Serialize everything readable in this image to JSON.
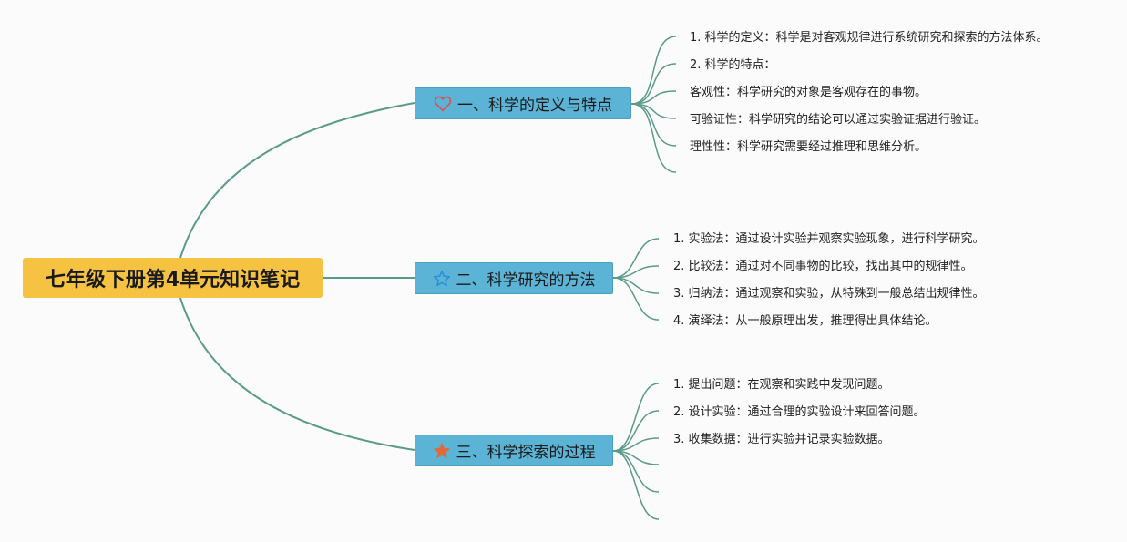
{
  "root": {
    "label": "七年级下册第4单元知识笔记",
    "color": "#f5c242"
  },
  "branch_color": "#5a9a88",
  "topic_color": "#5bb3d5",
  "topics": [
    {
      "label": "一、科学的定义与特点",
      "icon": "heart-outline-icon",
      "icon_color": "#d9534f",
      "items": [
        "1. 科学的定义：科学是对客观规律进行系统研究和探索的方法体系。",
        "2. 科学的特点：",
        "客观性：科学研究的对象是客观存在的事物。",
        "可验证性：科学研究的结论可以通过实验证据进行验证。",
        "理性性：科学研究需要经过推理和思维分析。"
      ],
      "empty_branches": 1
    },
    {
      "label": "二、科学研究的方法",
      "icon": "star-outline-icon",
      "icon_color": "#2a8fd8",
      "items": [
        "1. 实验法：通过设计实验并观察实验现象，进行科学研究。",
        "2. 比较法：通过对不同事物的比较，找出其中的规律性。",
        "3. 归纳法：通过观察和实验，从特殊到一般总结出规律性。",
        "4. 演绎法：从一般原理出发，推理得出具体结论。"
      ],
      "empty_branches": 0
    },
    {
      "label": "三、科学探索的过程",
      "icon": "star-filled-icon",
      "icon_color": "#e06a3b",
      "items": [
        "1. 提出问题：在观察和实践中发现问题。",
        "2. 设计实验：通过合理的实验设计来回答问题。",
        "3. 收集数据：进行实验并记录实验数据。"
      ],
      "empty_branches": 3
    }
  ]
}
